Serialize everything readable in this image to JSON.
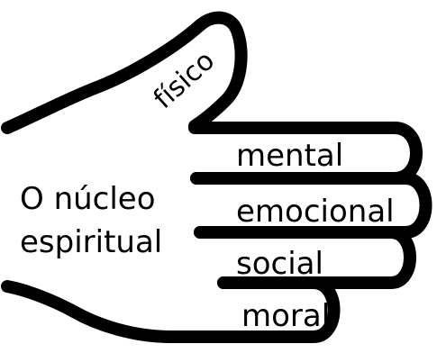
{
  "diagram": {
    "thumb": {
      "label": "físico"
    },
    "fingers": [
      {
        "label": "mental"
      },
      {
        "label": "emocional"
      },
      {
        "label": "social"
      },
      {
        "label": "moral"
      }
    ],
    "core": {
      "line1": "O núcleo",
      "line2": "espiritual"
    },
    "colors": {
      "stroke": "#000000",
      "background": "#ffffff"
    }
  }
}
